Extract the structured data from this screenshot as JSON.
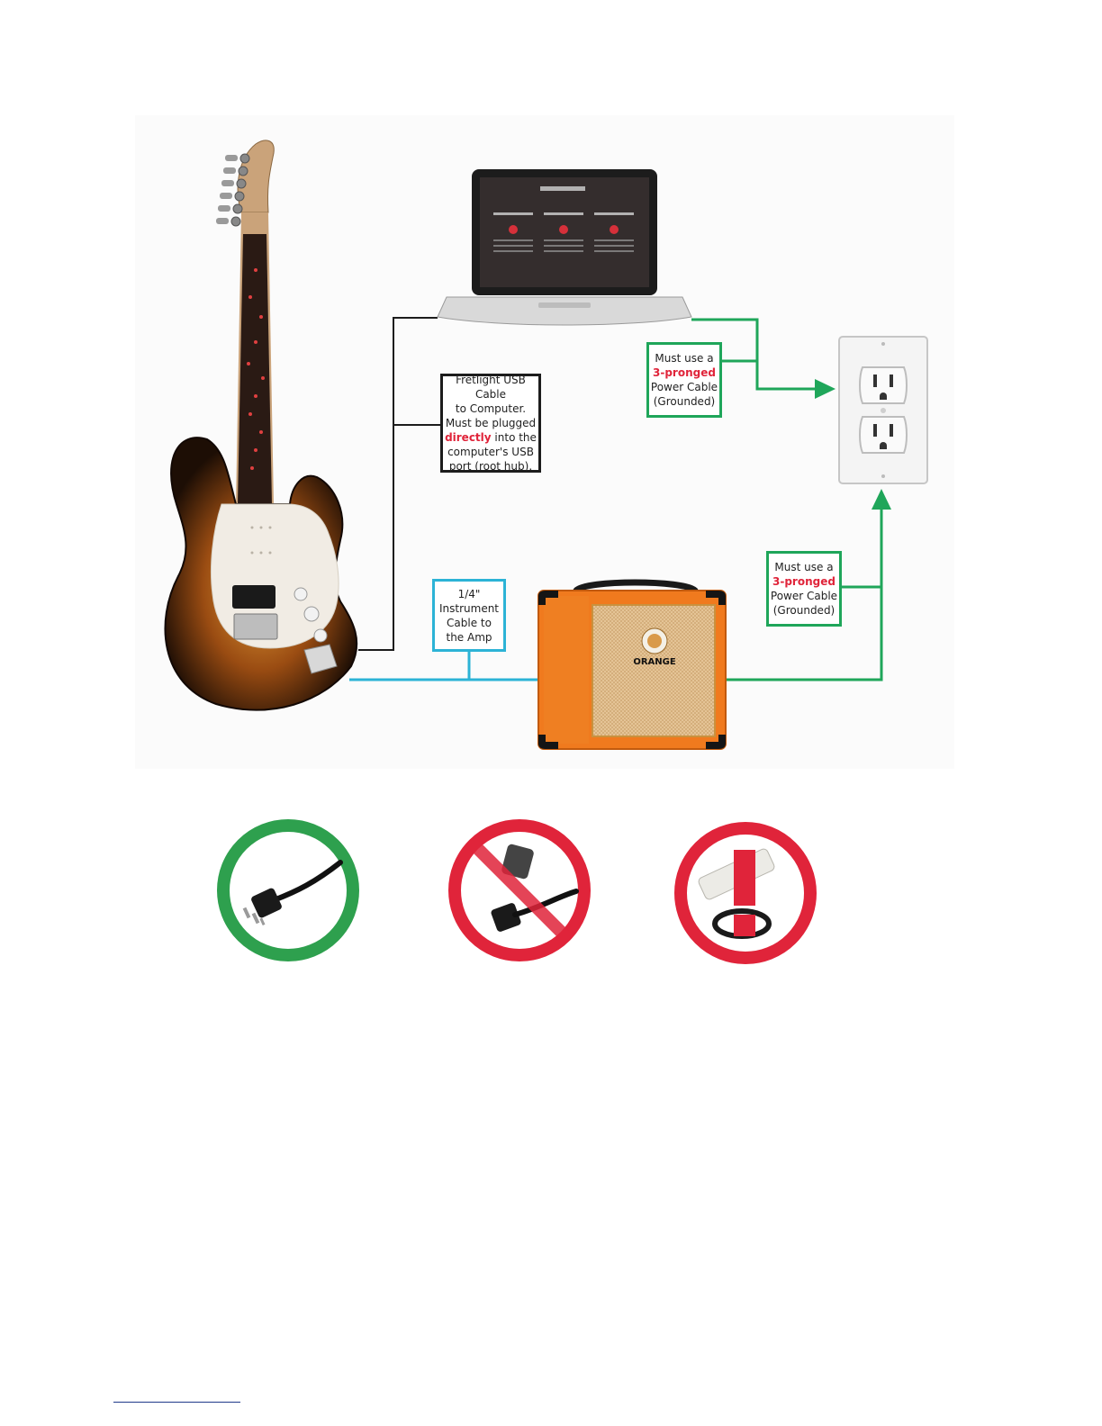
{
  "colors": {
    "usb_line": "#1c1c1c",
    "instrument_line": "#2cb3d6",
    "power_line": "#1fa65a",
    "highlight_red": "#e0243a",
    "amp_orange": "#f07a1e"
  },
  "callouts": {
    "usb": {
      "line1": "Fretlight USB Cable",
      "line2": "to Computer.",
      "line3": "Must be plugged",
      "emph": "directly",
      "line4_rest": " into the",
      "line5": "computer's USB",
      "line6": "port (root hub)."
    },
    "instrument": {
      "line1": "1/4\"",
      "line2": "Instrument",
      "line3": "Cable to",
      "line4": "the Amp"
    },
    "power_top": {
      "line1": "Must use a",
      "emph": "3-pronged",
      "line3": "Power Cable",
      "line4": "(Grounded)"
    },
    "power_bottom": {
      "line1": "Must use a",
      "emph": "3-pronged",
      "line3": "Power Cable",
      "line4": "(Grounded)"
    }
  },
  "amp": {
    "logo_text": "ORANGE"
  },
  "icons": {
    "allowed": "three-prong-plug-icon",
    "not_allowed": "adapter-plug-icon",
    "warning": "power-strip-warning-icon"
  }
}
